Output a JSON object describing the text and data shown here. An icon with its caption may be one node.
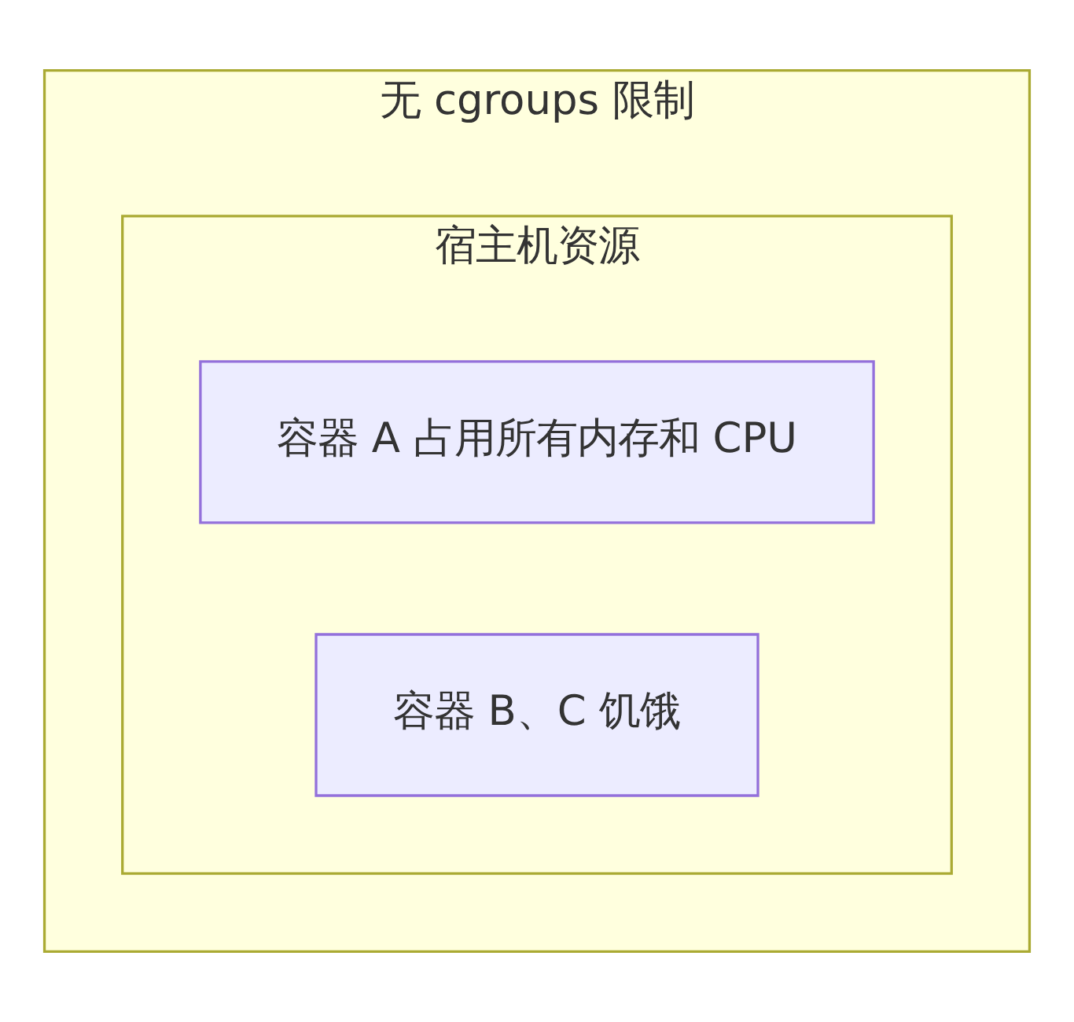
{
  "diagram": {
    "nodes": [
      {
        "text": [
          "无 cgroups 限制"
        ]
      },
      {
        "text": [
          "宿主机资源"
        ],
        "in": 0
      },
      {
        "text": [
          "容器 A 占用所有内存和 CPU"
        ],
        "in": 1
      },
      {
        "text": [
          "容器 B、C 饥饿"
        ],
        "in": 1
      }
    ]
  }
}
